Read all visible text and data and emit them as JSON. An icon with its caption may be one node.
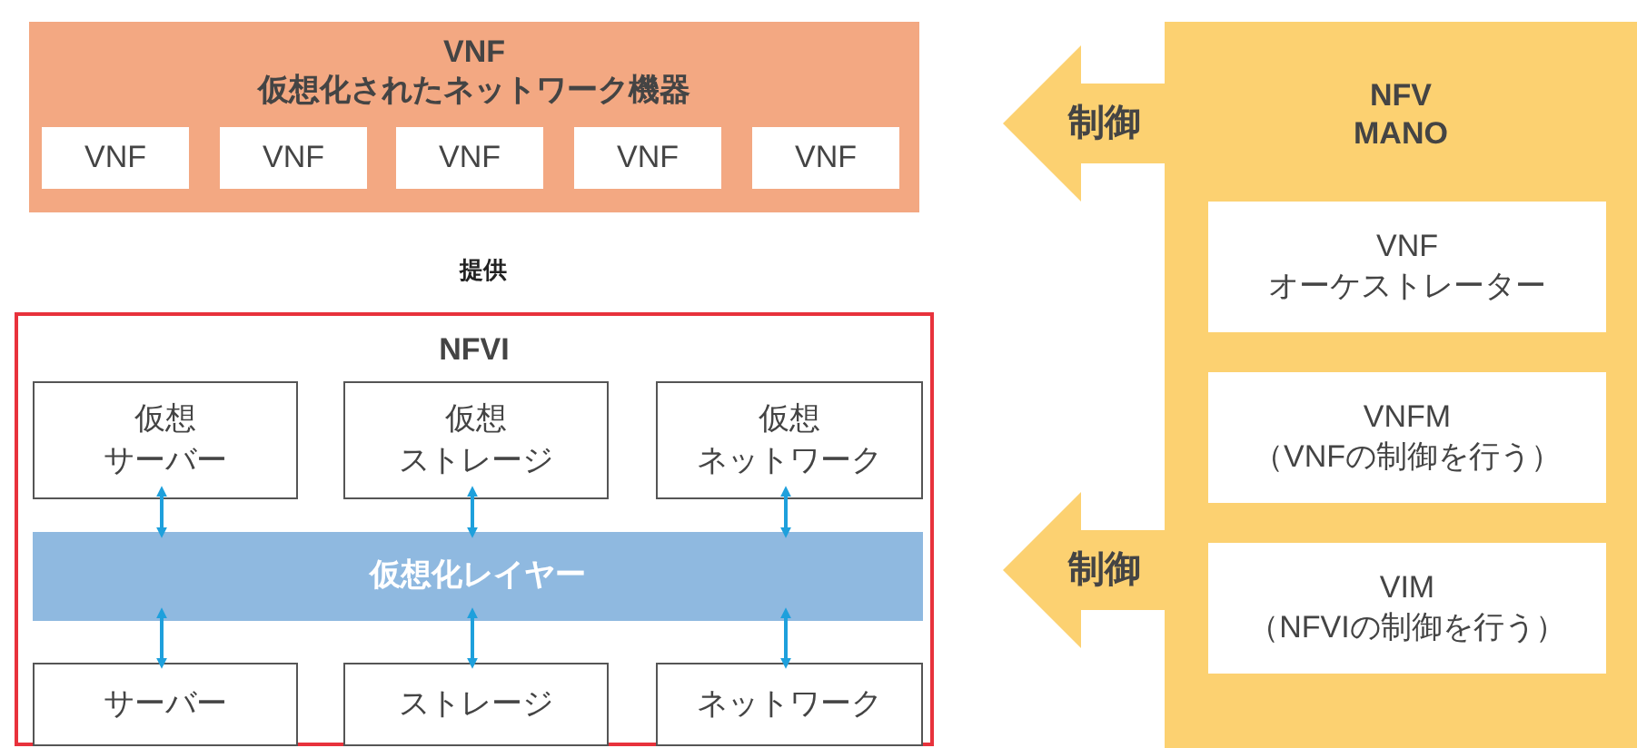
{
  "diagram": {
    "nodes": [
      {
        "text": [
          "VNF",
          "仮想化されたネットワーク機器"
        ]
      },
      {
        "text": [
          "VNF"
        ],
        "in": 0
      },
      {
        "text": [
          "VNF"
        ],
        "in": 0
      },
      {
        "text": [
          "VNF"
        ],
        "in": 0
      },
      {
        "text": [
          "VNF"
        ],
        "in": 0
      },
      {
        "text": [
          "VNF"
        ],
        "in": 0
      },
      {
        "text": [
          "NFVI"
        ]
      },
      {
        "text": [
          "仮想サーバー"
        ],
        "in": 6
      },
      {
        "text": [
          "仮想ストレージ"
        ],
        "in": 6
      },
      {
        "text": [
          "仮想ネットワーク"
        ],
        "in": 6
      },
      {
        "text": [
          "仮想化レイヤー"
        ],
        "in": 6
      },
      {
        "text": [
          "サーバー"
        ],
        "in": 6
      },
      {
        "text": [
          "ストレージ"
        ],
        "in": 6
      },
      {
        "text": [
          "ネットワーク"
        ],
        "in": 6
      },
      {
        "text": [
          "NFV MANO"
        ]
      },
      {
        "text": [
          "VNF オーケストレーター"
        ],
        "in": 14
      },
      {
        "text": [
          "VNFM （VNFの制御を行う）"
        ],
        "in": 14
      },
      {
        "text": [
          "VIM （NFVIの制御を行う）"
        ],
        "in": 14
      }
    ],
    "edges": [
      {
        "from": 14,
        "to": null,
        "arrow": "to",
        "label": "制御"
      },
      {
        "from": 14,
        "to": null,
        "arrow": "to",
        "label": "制御"
      },
      {
        "from": 7,
        "to": 10,
        "arrow": "both"
      },
      {
        "from": 8,
        "to": 10,
        "arrow": "both"
      },
      {
        "from": 9,
        "to": 10,
        "arrow": "both"
      },
      {
        "from": 10,
        "to": 11,
        "arrow": "both"
      },
      {
        "from": 10,
        "to": 12,
        "arrow": "both"
      },
      {
        "from": 10,
        "to": 13,
        "arrow": "both"
      }
    ],
    "labels": [
      "提供"
    ]
  }
}
